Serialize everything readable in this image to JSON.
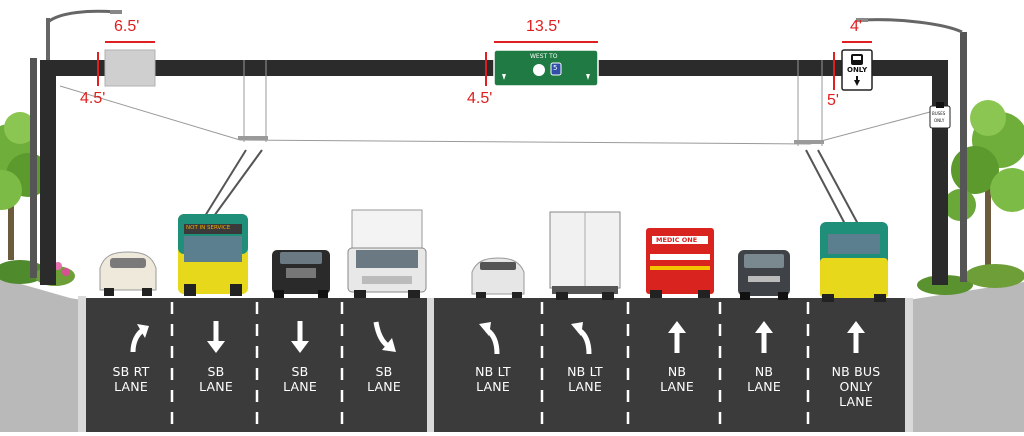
{
  "dimensions": {
    "left_sign_width": "6.5'",
    "left_sign_clearance": "4.5'",
    "guide_sign_width": "13.5'",
    "guide_sign_clearance": "4.5'",
    "bus_sign_width": "4'",
    "bus_sign_clearance": "5'"
  },
  "guide_sign": {
    "text": "WEST TO",
    "route": "5"
  },
  "bus_only_sign": {
    "text": "ONLY"
  },
  "side_bus_sign": {
    "line1": "BUSES",
    "line2": "ONLY"
  },
  "bus_destination": "NOT IN SERVICE",
  "ambulance_text": "MEDIC ONE",
  "colors": {
    "asphalt": "#3b3b3b",
    "truss": "#2b2b2b",
    "guide_sign_green": "#1f7a43",
    "dimension_red": "#e02020",
    "bus_yellow": "#e8d81c",
    "bus_teal": "#1f8f7a",
    "ambulance_red": "#d8231f"
  },
  "lanes": [
    {
      "arrow": "right-turn-arrow",
      "line1": "SB RT",
      "line2": "LANE",
      "line3": ""
    },
    {
      "arrow": "down-arrow",
      "line1": "SB",
      "line2": "LANE",
      "line3": ""
    },
    {
      "arrow": "down-arrow",
      "line1": "SB",
      "line2": "LANE",
      "line3": ""
    },
    {
      "arrow": "down-curve-arrow",
      "line1": "SB",
      "line2": "LANE",
      "line3": ""
    },
    {
      "arrow": "left-turn-arrow",
      "line1": "NB LT",
      "line2": "LANE",
      "line3": ""
    },
    {
      "arrow": "left-turn-arrow",
      "line1": "NB LT",
      "line2": "LANE",
      "line3": ""
    },
    {
      "arrow": "up-arrow",
      "line1": "NB",
      "line2": "LANE",
      "line3": ""
    },
    {
      "arrow": "up-arrow",
      "line1": "NB",
      "line2": "LANE",
      "line3": ""
    },
    {
      "arrow": "up-arrow",
      "line1": "NB BUS",
      "line2": "ONLY",
      "line3": "LANE"
    }
  ]
}
